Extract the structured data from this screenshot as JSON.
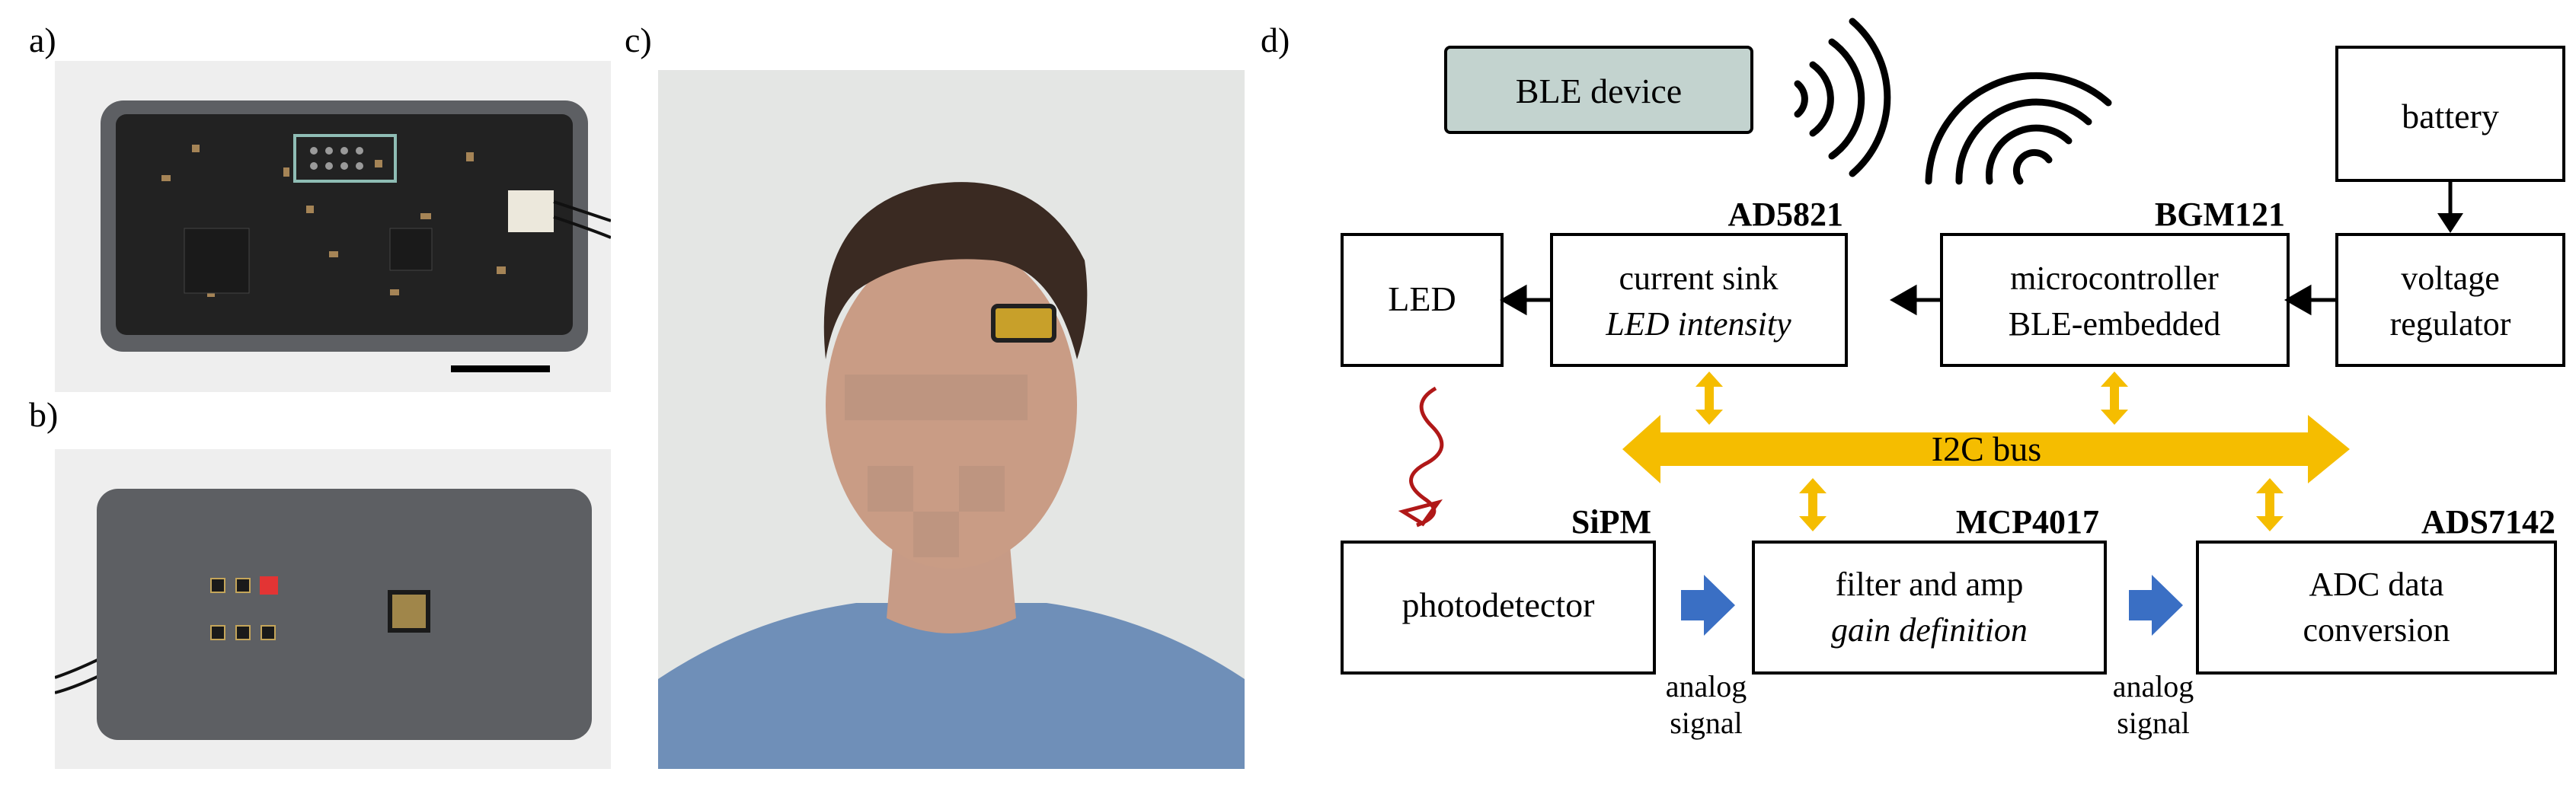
{
  "panels": {
    "a": "a)",
    "b": "b)",
    "c": "c)",
    "d": "d)"
  },
  "diagram": {
    "ble_device": "BLE device",
    "battery": "battery",
    "led": "LED",
    "current_sink": {
      "line1": "current sink",
      "line2": "LED intensity",
      "part": "AD5821"
    },
    "microcontroller": {
      "line1": "microcontroller",
      "line2": "BLE-embedded",
      "part": "BGM121"
    },
    "voltage_regulator": {
      "line1": "voltage",
      "line2": "regulator"
    },
    "i2c_bus": "I2C bus",
    "photodetector": {
      "label": "photodetector",
      "part": "SiPM"
    },
    "filter_amp": {
      "line1": "filter and amp",
      "line2": "gain definition",
      "part": "MCP4017"
    },
    "adc": {
      "line1": "ADC data",
      "line2": "conversion",
      "part": "ADS7142"
    },
    "signal_1": {
      "line1": "analog",
      "line2": "signal"
    },
    "signal_2": {
      "line1": "analog",
      "line2": "signal"
    }
  },
  "colors": {
    "bus": "#f5bd00",
    "flow_arrow": "#3a6fc4",
    "ble_fill": "#c3d3cf",
    "light_wave": "#b01818",
    "pcb": "#222222",
    "case": "#5d5f63"
  }
}
